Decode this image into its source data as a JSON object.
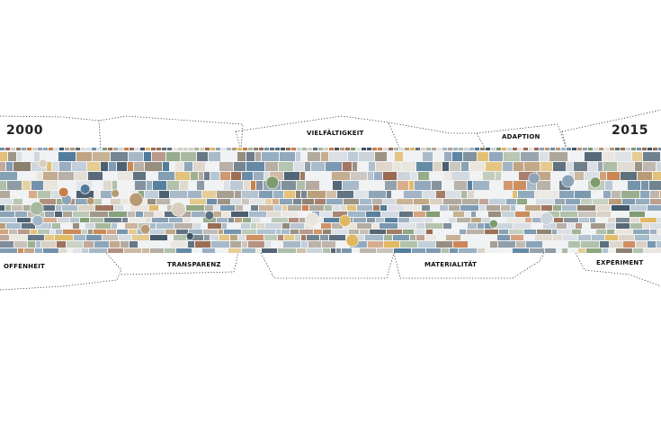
{
  "timeline": {
    "start_year": "2000",
    "end_year": "2015"
  },
  "themes": {
    "top": [
      "VIELFÄLTIGKEIT",
      "ADAPTION"
    ],
    "bottom": [
      "OFFENHEIT",
      "TRANSPARENZ",
      "MATERIALITÄT",
      "EXPERIMENT"
    ]
  },
  "colors": {
    "outline": "#333333",
    "text": "#111111",
    "background": "#ffffff"
  }
}
